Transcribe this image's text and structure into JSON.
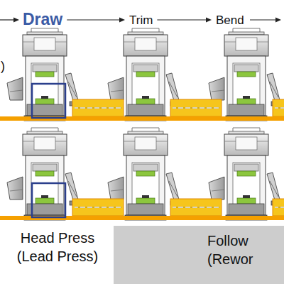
{
  "diagram": {
    "nodes": [
      {
        "text": [
          "Draw"
        ]
      },
      {
        "text": [
          "Trim"
        ]
      },
      {
        "text": [
          "Bend"
        ]
      },
      {
        "text": [
          "Follow (Rewor"
        ]
      }
    ],
    "edges": [
      {
        "from": 0,
        "to": 1,
        "arrow": "to"
      },
      {
        "from": 1,
        "to": 2,
        "arrow": "to"
      }
    ],
    "labels": [
      ")",
      "Head Press (Lead Press)"
    ]
  }
}
